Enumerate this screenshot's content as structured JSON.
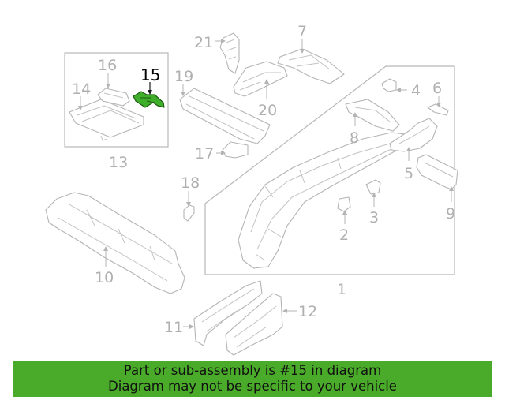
{
  "diagram": {
    "highlighted_part": "15",
    "callouts": {
      "c1": "1",
      "c2": "2",
      "c3": "3",
      "c4": "4",
      "c5": "5",
      "c6": "6",
      "c7": "7",
      "c8": "8",
      "c9": "9",
      "c10": "10",
      "c11": "11",
      "c12": "12",
      "c13": "13",
      "c14": "14",
      "c15": "15",
      "c16": "16",
      "c17": "17",
      "c18": "18",
      "c19": "19",
      "c20": "20",
      "c21": "21"
    },
    "colors": {
      "highlight": "#3fae2a",
      "banner": "#4aab2a",
      "line": "#b4b4b4"
    }
  },
  "banner": {
    "line1": "Part or sub-assembly is #15 in diagram",
    "line2": "Diagram may not be specific to your vehicle"
  }
}
